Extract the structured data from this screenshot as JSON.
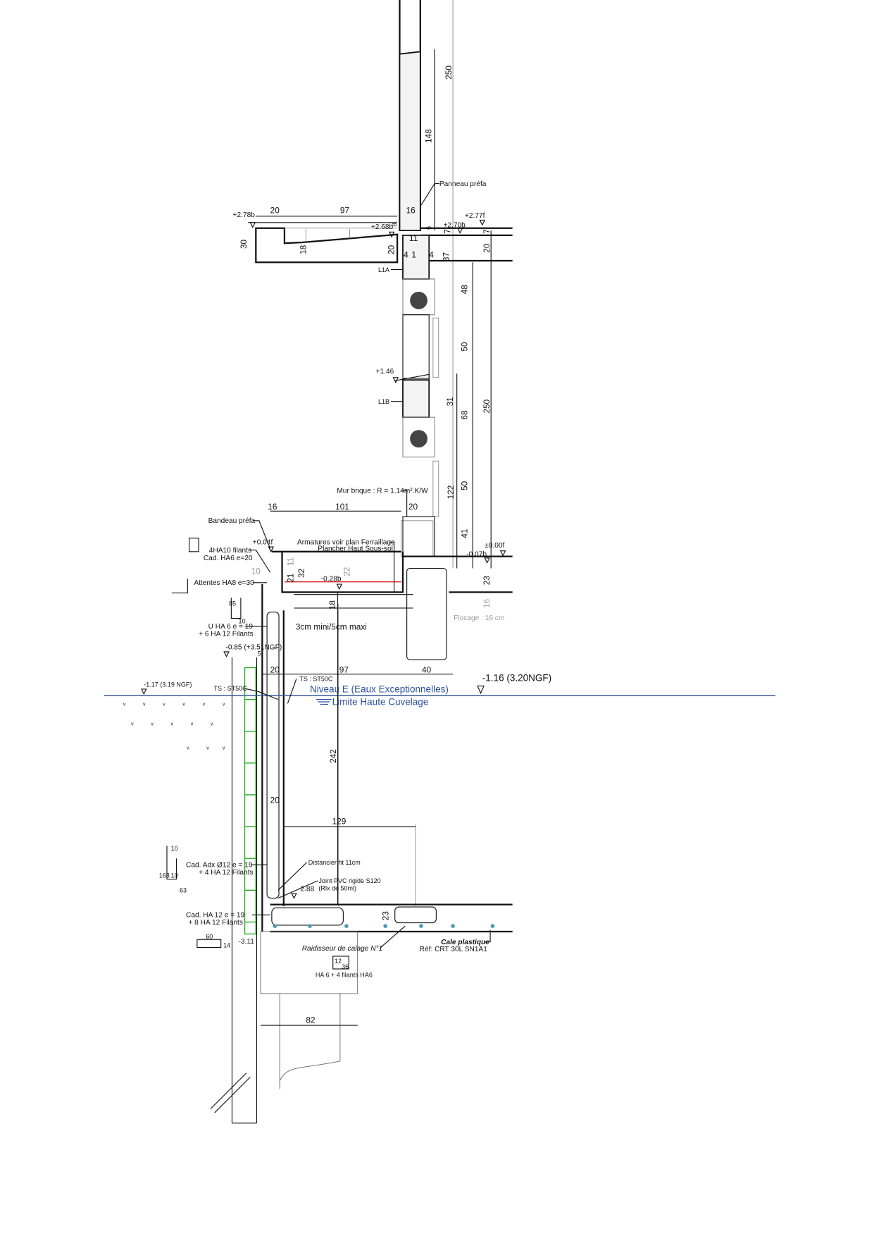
{
  "dimensions": [
    "250",
    "148",
    "20",
    "97",
    "16",
    "30",
    "18",
    "8",
    "6",
    "7",
    "7",
    "11",
    "20",
    "4",
    "1",
    "4",
    "37",
    "20",
    "48",
    "50",
    "250",
    "31",
    "68",
    "50",
    "122",
    "41",
    "16",
    "101",
    "20",
    "10",
    "21",
    "32",
    "22",
    "18",
    "23",
    "16",
    "20",
    "97",
    "40",
    "5",
    "242",
    "20",
    "129",
    "23",
    "82",
    "11"
  ],
  "levels": [
    "+2.78b",
    "+2.68b",
    "+2.70b",
    "+2.77f",
    "+1.46",
    "+0.04f",
    "±0.00f",
    "-0.07b",
    "-0.28b",
    "-0.85 (+3.51NGF)",
    "-1.17 (3.19 NGF)",
    "-1.16 (3.20NGF)",
    "-2.88",
    "-3.11"
  ],
  "annotations": {
    "panneau": "Panneau préfa",
    "mur_brique": "Mur brique : R = 1.14m².K/W",
    "bandeau": "Bandeau préfa",
    "ha10": "4HA10 filants",
    "cad_ha6": "Cad. HA6 e=20",
    "armatures1": "Armatures voir plan Ferraillage",
    "armatures2": "Plancher Haut Sous-sol",
    "attentes": "Attentes HA8 e=30",
    "u_ha6": "U HA 6 e = 19",
    "u_ha6_2": "+ 6 HA 12 Filants",
    "mini_maxi": "3cm mini/5cm maxi",
    "flocage": "Flocage : 16 cm",
    "ts1": "TS : ST50C",
    "ts2": "TS : ST50C",
    "distancier": "Distancier ht 11cm",
    "joint1": "Joint PVC rigide S120",
    "joint2": "(Rlx de 50ml)",
    "cad_adx": "Cad. Adx Ø12  e = 19",
    "cad_adx2": "+ 4 HA 12 Filants",
    "cad_ha12": "Cad. HA 12 e = 19",
    "cad_ha12_2": "+ 8 HA 12 Filants",
    "raidisseur": "Raidisseur de calage N°1",
    "cale": "Cale plastique",
    "ref": "Réf: CRT 30L SN1A1",
    "ha6_filants": "HA 6 + 4 filants HA6",
    "l1a": "L1A",
    "l1b": "L1B"
  },
  "water": {
    "niveau": "Niveau E (Eaux Exceptionnelles)",
    "limite": "Limite Haute Cuvelage",
    "color": "#2a4fa0"
  },
  "bar_shapes": [
    "10",
    "168",
    "10",
    "63",
    "60",
    "14",
    "12",
    "36",
    "85",
    "10"
  ]
}
